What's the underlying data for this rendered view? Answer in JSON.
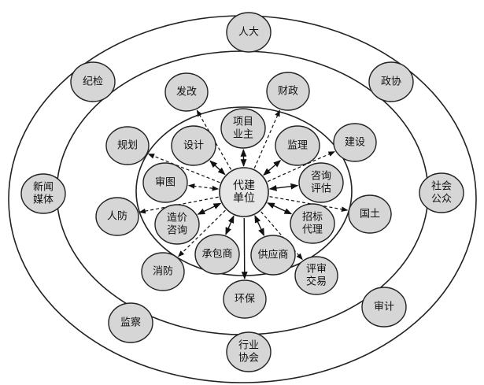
{
  "center": {
    "lines": [
      "代建",
      "单位"
    ]
  },
  "inner_ring": [
    {
      "id": "xiangmu",
      "lines": [
        "项目",
        "业主"
      ],
      "link": "both-solid"
    },
    {
      "id": "jianli",
      "lines": [
        "监理"
      ],
      "link": "both-solid"
    },
    {
      "id": "zixun",
      "lines": [
        "咨询",
        "评估"
      ],
      "link": "both-solid"
    },
    {
      "id": "zhaobiao",
      "lines": [
        "招标",
        "代理"
      ],
      "link": "both-solid"
    },
    {
      "id": "gongying",
      "lines": [
        "供应商"
      ],
      "link": "both-solid"
    },
    {
      "id": "chengbao",
      "lines": [
        "承包商"
      ],
      "link": "both-solid"
    },
    {
      "id": "zaojia",
      "lines": [
        "造价",
        "咨询"
      ],
      "link": "both-solid"
    },
    {
      "id": "shentu",
      "lines": [
        "审图"
      ],
      "link": "both-dashed"
    },
    {
      "id": "sheji",
      "lines": [
        "设计"
      ],
      "link": "both-solid"
    }
  ],
  "middle_ring": [
    {
      "id": "fagai",
      "lines": [
        "发改"
      ]
    },
    {
      "id": "caizheng",
      "lines": [
        "财政"
      ]
    },
    {
      "id": "jianshe",
      "lines": [
        "建设"
      ]
    },
    {
      "id": "guotu",
      "lines": [
        "国土"
      ]
    },
    {
      "id": "pingshen",
      "lines": [
        "评审",
        "交易"
      ]
    },
    {
      "id": "huanbao",
      "lines": [
        "环保"
      ]
    },
    {
      "id": "xiaofang",
      "lines": [
        "消防"
      ]
    },
    {
      "id": "renfang",
      "lines": [
        "人防"
      ]
    },
    {
      "id": "guihua",
      "lines": [
        "规划"
      ]
    }
  ],
  "outer_ring": [
    {
      "id": "renda",
      "lines": [
        "人大"
      ]
    },
    {
      "id": "zhengxie",
      "lines": [
        "政协"
      ]
    },
    {
      "id": "shehui",
      "lines": [
        "社会",
        "公众"
      ]
    },
    {
      "id": "shenji",
      "lines": [
        "审计"
      ]
    },
    {
      "id": "hangye",
      "lines": [
        "行业",
        "协会"
      ]
    },
    {
      "id": "jiancha",
      "lines": [
        "监察"
      ]
    },
    {
      "id": "xinwen",
      "lines": [
        "新闻",
        "媒体"
      ]
    },
    {
      "id": "jijian",
      "lines": [
        "纪检"
      ]
    }
  ]
}
